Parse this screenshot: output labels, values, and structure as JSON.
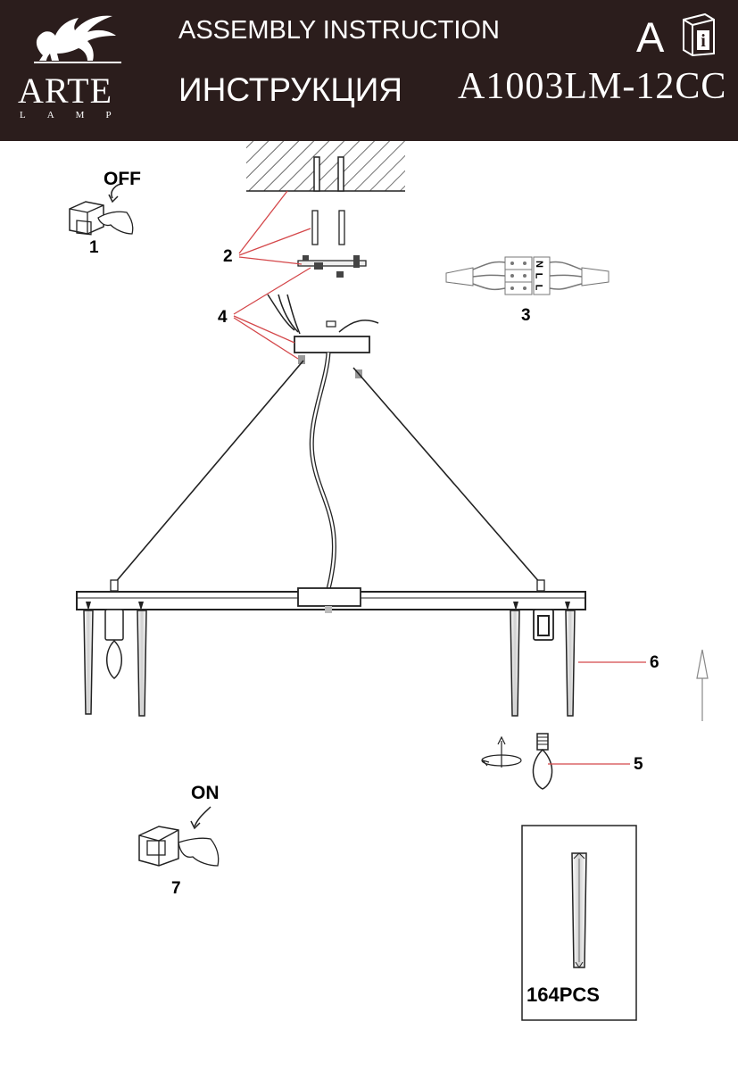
{
  "header": {
    "brand_name": "ARTE",
    "brand_sub": "LAMP",
    "title_en": "ASSEMBLY INSTRUCTION",
    "title_ru": "ИНСТРУКЦИЯ",
    "model": "A1003LM-12CC",
    "language_letter": "A",
    "info_icon": "book-info-icon",
    "background_color": "#2b1d1c"
  },
  "switches": {
    "off_label": "OFF",
    "on_label": "ON"
  },
  "steps": {
    "s1": "1",
    "s2": "2",
    "s3": "3",
    "s4": "4",
    "s5": "5",
    "s6": "6",
    "s7": "7"
  },
  "wiring": {
    "terminal_labels": [
      "N",
      "L",
      "L"
    ]
  },
  "crystal_box": {
    "quantity_label": "164PCS"
  },
  "colors": {
    "leader_line": "#d4474a",
    "line": "#1a1a1a"
  }
}
